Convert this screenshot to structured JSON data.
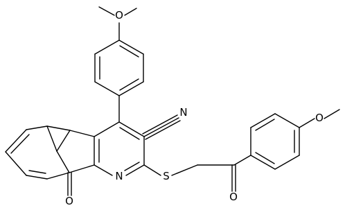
{
  "molecule": {
    "atom_labels": {
      "methoxy_oxygen_top": "O",
      "nitrile_nitrogen": "N",
      "methoxy_oxygen_right": "O",
      "pyridine_nitrogen": "N",
      "thioether_sulfur": "S",
      "ketone_oxygen": "O",
      "fluorenone_oxygen": "O"
    }
  }
}
